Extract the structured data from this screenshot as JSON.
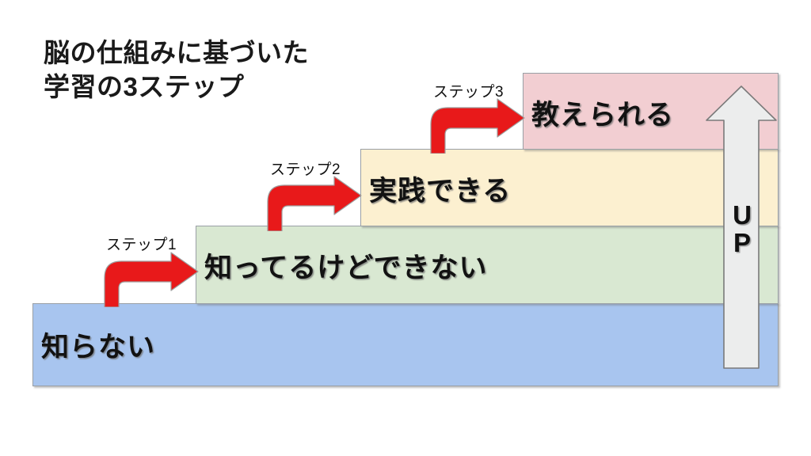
{
  "title": {
    "text": "脳の仕組みに基づいた\n学習の3ステップ"
  },
  "diagram": {
    "type": "staircase",
    "orientation": "ascending-left-to-right",
    "direction_label": "UP",
    "direction_letters": "U\nP",
    "bands": [
      {
        "id": "know-not",
        "level": 0,
        "label": "知らない",
        "color": "#a8c5ef"
      },
      {
        "id": "know-cant",
        "level": 1,
        "label": "知ってるけどできない",
        "color": "#d9e8d2"
      },
      {
        "id": "can-do",
        "level": 2,
        "label": "実践できる",
        "color": "#fcf0d0"
      },
      {
        "id": "can-teach",
        "level": 3,
        "label": "教えられる",
        "color": "#f2ced2"
      }
    ],
    "steps": [
      {
        "id": "step-1",
        "caption": "ステップ1",
        "from": "know-not",
        "to": "know-cant",
        "arrow_color": "#e8191a"
      },
      {
        "id": "step-2",
        "caption": "ステップ2",
        "from": "know-cant",
        "to": "can-do",
        "arrow_color": "#e8191a"
      },
      {
        "id": "step-3",
        "caption": "ステップ3",
        "from": "can-do",
        "to": "can-teach",
        "arrow_color": "#e8191a"
      }
    ]
  },
  "colors": {
    "background": "#ffffff",
    "band_border": "#9aa0a6",
    "arrow_red": "#e8191a",
    "arrow_gray_fill": "#eceded",
    "arrow_gray_border": "#7a7a7a",
    "text": "#121212"
  }
}
